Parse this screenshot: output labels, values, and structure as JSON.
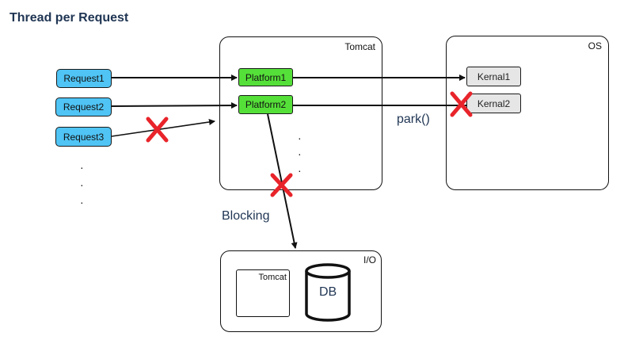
{
  "title": "Thread per Request",
  "tomcat_box": {
    "label": "Tomcat"
  },
  "os_box": {
    "label": "OS"
  },
  "io_box": {
    "label": "I/O",
    "inner_label": "Tomcat",
    "db_label": "DB"
  },
  "requests": [
    "Request1",
    "Request2",
    "Request3"
  ],
  "platforms": [
    "Platform1",
    "Platform2"
  ],
  "kernels": [
    "Kernal1",
    "Kernal2"
  ],
  "notes": {
    "park": "park()",
    "blocking": "Blocking"
  },
  "ellipsis_dot": "·",
  "colors": {
    "request": "#4fc4f5",
    "platform": "#55e039",
    "kernel": "#e6e6e6",
    "cross": "#e8242a",
    "title": "#1f3553"
  },
  "icons": [
    "cross-mark-icon",
    "database-cylinder-icon"
  ]
}
